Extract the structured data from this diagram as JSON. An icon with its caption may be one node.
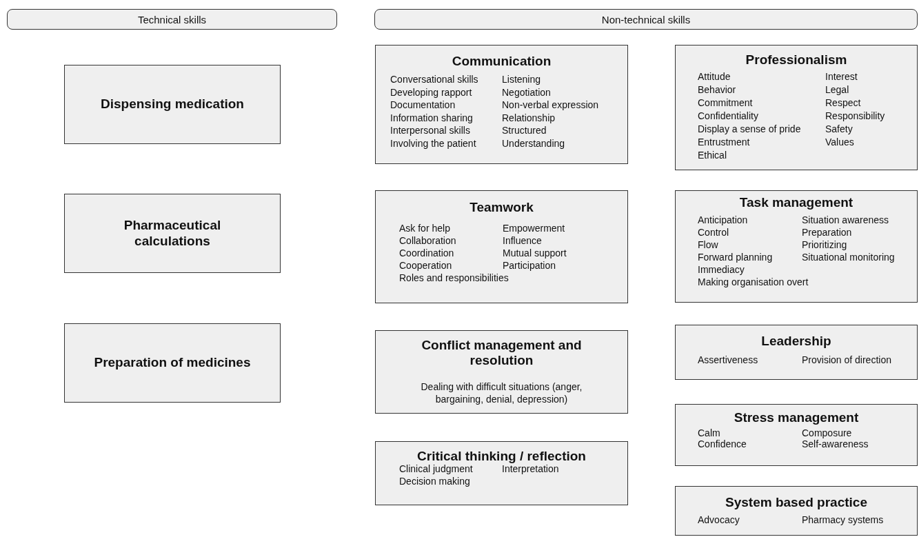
{
  "diagram": {
    "nodes": [
      {
        "text": [
          "Technical skills"
        ]
      },
      {
        "text": [
          "Non-technical skills"
        ]
      },
      {
        "text": [
          "Dispensing medication"
        ]
      },
      {
        "text": [
          "Pharmaceutical calculations"
        ]
      },
      {
        "text": [
          "Preparation of medicines"
        ]
      },
      {
        "text": [
          "Communication",
          "Conversational skills",
          "Developing rapport",
          "Documentation",
          "Information sharing",
          "Interpersonal skills",
          "Involving the patient",
          "Listening",
          "Negotiation",
          "Non-verbal expression",
          "Relationship",
          "Structured",
          "Understanding"
        ]
      },
      {
        "text": [
          "Professionalism",
          "Attitude",
          "Behavior",
          "Commitment",
          "Confidentiality",
          "Display a sense of pride",
          "Entrustment",
          "Ethical",
          "Interest",
          "Legal",
          "Respect",
          "Responsibility",
          "Safety",
          "Values"
        ]
      },
      {
        "text": [
          "Teamwork",
          "Ask for help",
          "Collaboration",
          "Coordination",
          "Cooperation",
          "Roles and responsibilities",
          "Empowerment",
          "Influence",
          "Mutual support",
          "Participation"
        ]
      },
      {
        "text": [
          "Task management",
          "Anticipation",
          "Control",
          "Flow",
          "Forward planning",
          "Immediacy",
          "Making organisation overt",
          "Situation awareness",
          "Preparation",
          "Prioritizing",
          "Situational monitoring"
        ]
      },
      {
        "text": [
          "Conflict management and resolution",
          "Dealing with difficult situations (anger, bargaining, denial, depression)"
        ]
      },
      {
        "text": [
          "Leadership",
          "Assertiveness",
          "Provision of direction"
        ]
      },
      {
        "text": [
          "Stress management",
          "Calm",
          "Confidence",
          "Composure",
          "Self-awareness"
        ]
      },
      {
        "text": [
          "Critical thinking / reflection",
          "Clinical judgment",
          "Decision making",
          "Interpretation"
        ]
      },
      {
        "text": [
          "System based practice",
          "Advocacy",
          "Pharmacy systems"
        ]
      }
    ],
    "edges": []
  }
}
